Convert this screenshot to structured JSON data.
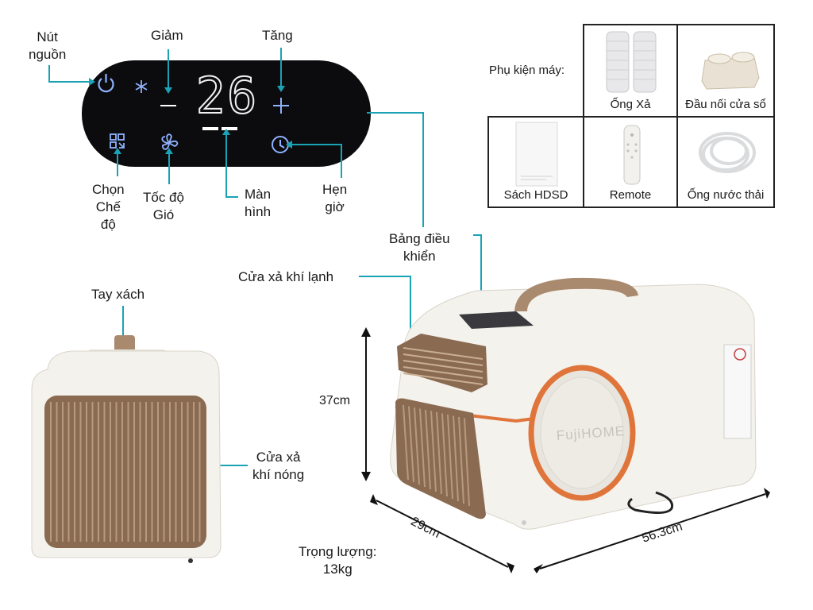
{
  "panel": {
    "display_value": "26",
    "labels": {
      "power": [
        "Nút",
        "nguồn"
      ],
      "decrease": "Giảm",
      "increase": "Tăng",
      "mode": [
        "Chọn",
        "Chế",
        "độ"
      ],
      "fan_speed": [
        "Tốc độ",
        "Gió"
      ],
      "screen": [
        "Màn",
        "hình"
      ],
      "timer": [
        "Hẹn",
        "giờ"
      ]
    }
  },
  "accessories": {
    "heading": "Phụ kiện máy:",
    "items": [
      {
        "label": "Ống Xả"
      },
      {
        "label": "Đầu nối cửa sổ"
      },
      {
        "label": "Sách HDSD"
      },
      {
        "label": "Remote"
      },
      {
        "label": "Ống nước thải"
      }
    ]
  },
  "product": {
    "brand": "FujiHOME",
    "labels": {
      "control_panel": [
        "Bảng điều",
        "khiển"
      ],
      "cold_outlet": "Cửa xả khí lạnh",
      "handle": "Tay xách",
      "hot_outlet": [
        "Cửa xả",
        "khí nóng"
      ]
    },
    "dimensions": {
      "height": "37cm",
      "depth": "29cm",
      "width": "56.3cm"
    },
    "weight": [
      "Trọng lượng:",
      "13kg"
    ]
  },
  "colors": {
    "accent_line": "#1aa3b5",
    "body": "#f4f2ec",
    "grille": "#8a6b52",
    "orange_ring": "#e0753b",
    "handle": "#a98a6e",
    "panel_bg": "#0c0c0f",
    "panel_glyph": "#7fa8ff"
  }
}
